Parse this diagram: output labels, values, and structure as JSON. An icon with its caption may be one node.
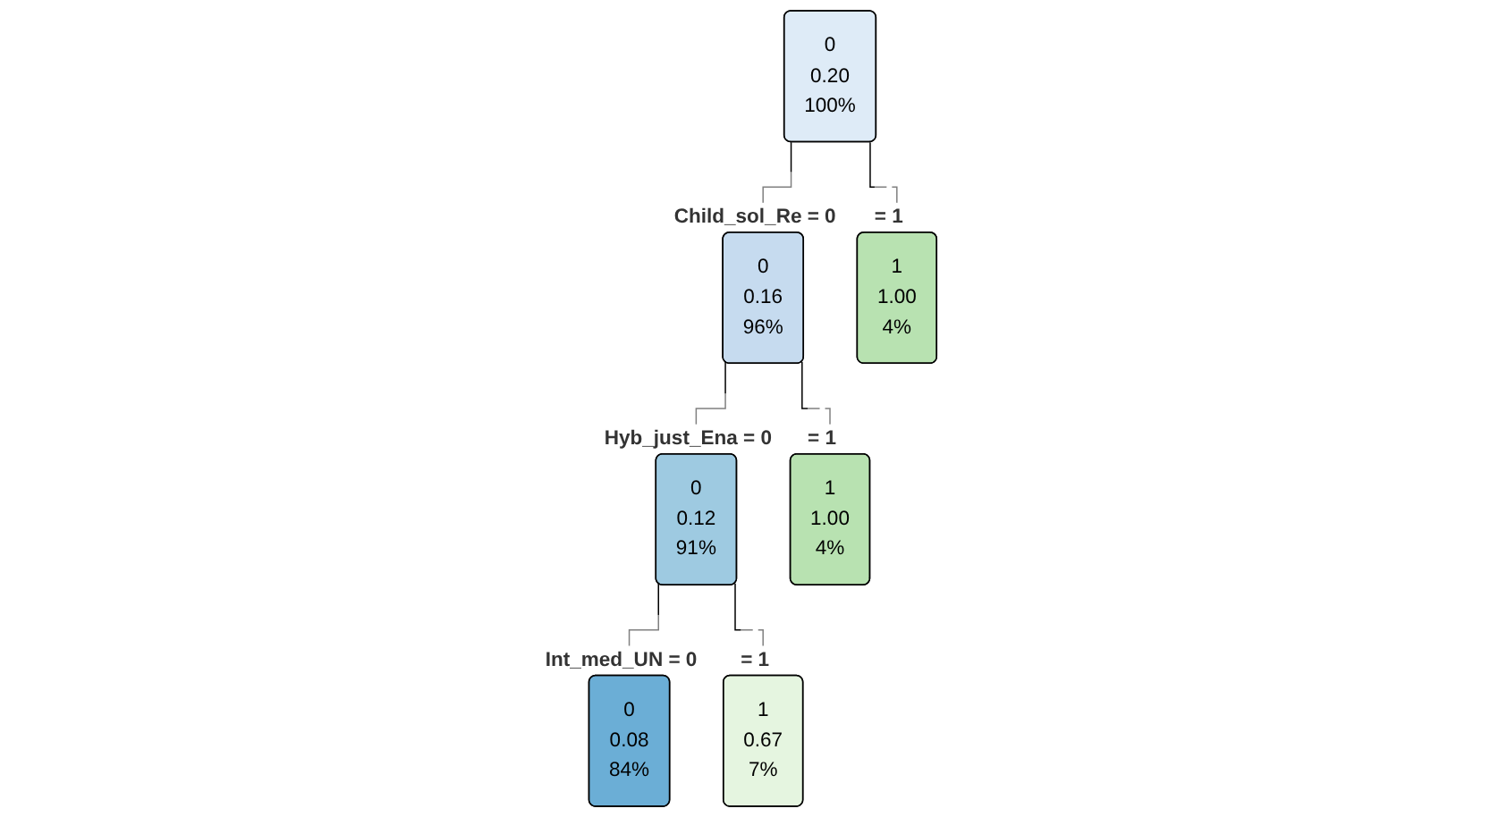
{
  "diagram": {
    "nodes": [
      {
        "text": [
          "0",
          "0.20",
          "100%"
        ]
      },
      {
        "text": [
          "0",
          "0.16",
          "96%"
        ]
      },
      {
        "text": [
          "0",
          "0.12",
          "91%"
        ]
      },
      {
        "text": [
          "0",
          "0.08",
          "84%"
        ]
      },
      {
        "text": [
          "1",
          "0.67",
          "7%"
        ]
      },
      {
        "text": [
          "1",
          "1.00",
          "4%"
        ]
      },
      {
        "text": [
          "1",
          "1.00",
          "4%"
        ]
      }
    ],
    "edges": [
      {
        "from": 0,
        "to": 1,
        "arrow": "none",
        "label": "Child_sol_Re = 0"
      },
      {
        "from": 0,
        "to": 6,
        "arrow": "none",
        "label": "= 1"
      },
      {
        "from": 1,
        "to": 2,
        "arrow": "none",
        "label": "Hyb_just_Ena = 0"
      },
      {
        "from": 1,
        "to": 5,
        "arrow": "none",
        "label": "= 1"
      },
      {
        "from": 2,
        "to": 3,
        "arrow": "none",
        "label": "Int_med_UN = 0"
      },
      {
        "from": 2,
        "to": 4,
        "arrow": "none",
        "label": "= 1"
      }
    ]
  }
}
